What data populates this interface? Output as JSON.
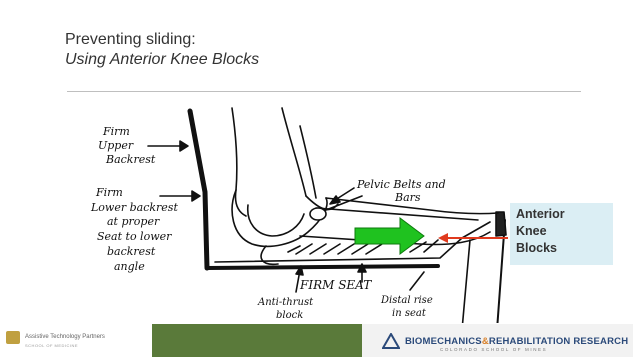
{
  "slide": {
    "title_line1": "Preventing sliding:",
    "title_line2": "Using Anterior Knee Blocks"
  },
  "diagram": {
    "labels": {
      "firm_upper": [
        "Firm",
        "Upper",
        "Backrest"
      ],
      "firm_lower": [
        "Firm",
        "Lower backrest",
        "at proper",
        "Seat to lower",
        "backrest",
        "angle"
      ],
      "pelvic": [
        "Pelvic Belts and",
        "Bars"
      ],
      "firm_seat": "FIRM SEAT",
      "anti_thrust": [
        "Anti-thrust",
        "block"
      ],
      "distal_rise": [
        "Distal rise",
        "in seat"
      ]
    },
    "callout": {
      "lines": [
        "Anterior",
        "Knee",
        "Blocks"
      ]
    },
    "colors": {
      "green_arrow": "#1fc21f",
      "red_arrow": "#e03a1e",
      "callout_bg": "#dbeef4"
    }
  },
  "footer": {
    "atp_text": "Assistive Technology Partners",
    "atp_sub": "SCHOOL OF MEDICINE",
    "brl_part1": "BIOMECHANICS",
    "brl_amp": "&",
    "brl_part2": "REHABILITATION RESEARCH",
    "brl_sub": "COLORADO SCHOOL OF MINES"
  }
}
